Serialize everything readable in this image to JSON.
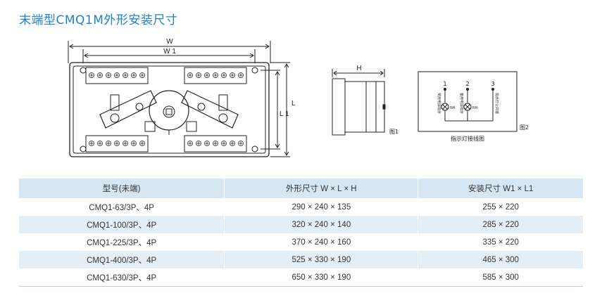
{
  "title": "末端型CMQ1M外形安装尺寸",
  "drawing": {
    "dim_w": "W",
    "dim_w1": "W 1",
    "dim_l": "L",
    "dim_l1": "L 1",
    "dim_h": "H",
    "fig1_label": "图1",
    "fig2_label": "图2",
    "fig2_numbers": [
      "1",
      "2",
      "3"
    ],
    "fig2_lamp1": "NH",
    "fig2_lamp2": "RH",
    "fig2_caption": "指示灯接线图",
    "fig2_side1": "常用电源指示",
    "fig2_side2": "备用电源指示",
    "fig2_side3": "指示灯公共端"
  },
  "table": {
    "headers": [
      "型号(未端)",
      "外形尺寸  W × L × H",
      "安装尺寸  W1 × L1"
    ],
    "rows": [
      [
        "CMQ1-63/3P、4P",
        "290 × 240 × 135",
        "255 × 220"
      ],
      [
        "CMQ1-100/3P、4P",
        "320 × 240 × 140",
        "285 × 220"
      ],
      [
        "CMQ1-225/3P、4P",
        "370 × 240 × 160",
        "335 × 220"
      ],
      [
        "CMQ1-400/3P、4P",
        "525 × 330 × 190",
        "465 × 300"
      ],
      [
        "CMQ1-630/3P、4P",
        "650 × 330 × 190",
        "585 × 300"
      ]
    ]
  },
  "colors": {
    "title": "#1f82c8",
    "header_bg": "#d6e6f3",
    "alt_row_bg": "#e4eef7"
  }
}
